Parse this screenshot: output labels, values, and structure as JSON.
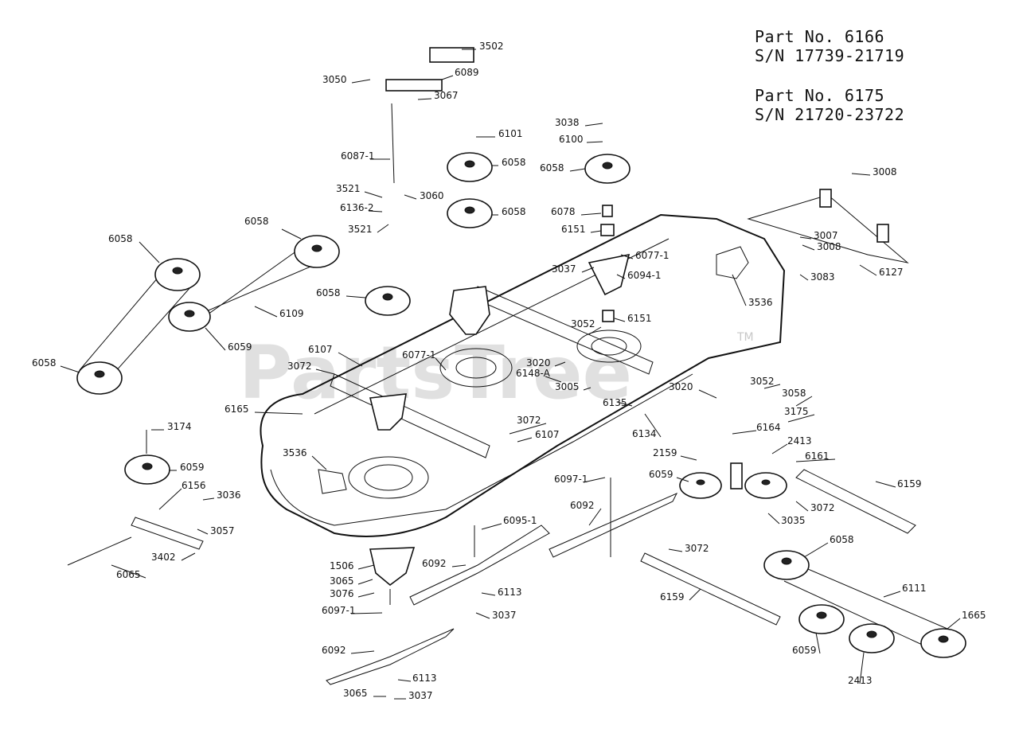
{
  "header": {
    "lines": [
      "Part No. 6166",
      "S/N 17739-21719",
      "Part No. 6175",
      "S/N 21720-23722"
    ]
  },
  "watermark": {
    "text": "PartsTree",
    "trademark": "TM"
  },
  "callouts": [
    "3502",
    "6089",
    "3050",
    "3067",
    "6087-1",
    "3521",
    "3060",
    "6136-2",
    "3521",
    "6101",
    "6058",
    "6058",
    "3038",
    "6100",
    "6058",
    "6078",
    "6151",
    "6077-1",
    "3037",
    "6094-1",
    "6151",
    "3008",
    "3007",
    "3008",
    "6127",
    "3083",
    "3536",
    "6058",
    "6058",
    "6109",
    "6059",
    "6058",
    "6058",
    "6107",
    "3072",
    "6077-1",
    "3052",
    "3020",
    "6148-A",
    "3005",
    "6135",
    "6165",
    "3052",
    "3020",
    "3058",
    "3175",
    "6164",
    "2413",
    "6134",
    "2159",
    "6161",
    "6059",
    "3072",
    "6159",
    "3035",
    "3072",
    "6107",
    "3536",
    "3174",
    "6059",
    "6156",
    "3036",
    "3057",
    "3402",
    "6065",
    "6097-1",
    "6095-1",
    "6092",
    "1506",
    "3065",
    "3076",
    "6092",
    "6113",
    "3037",
    "6097-1",
    "6092",
    "6113",
    "3065",
    "3037",
    "3072",
    "6159",
    "6058",
    "6111",
    "1665",
    "6059",
    "2413"
  ],
  "colors": {
    "ink": "#111111",
    "watermark": "#c8c8c8",
    "background": "#ffffff"
  }
}
